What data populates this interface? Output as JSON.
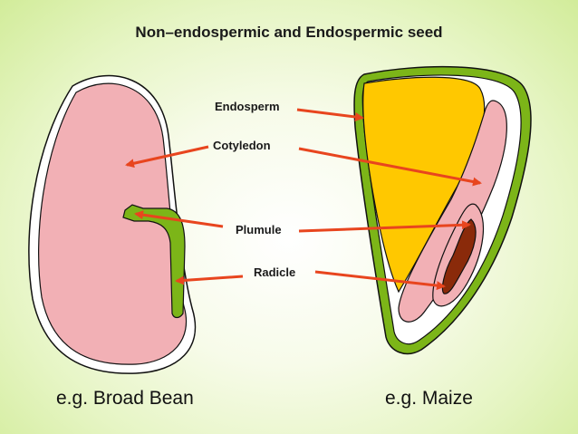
{
  "title": "Non–endospermic and Endospermic seed",
  "labels": {
    "endosperm": "Endosperm",
    "cotyledon": "Cotyledon",
    "plumule": "Plumule",
    "radicle": "Radicle"
  },
  "captions": {
    "broad_bean": "e.g. Broad Bean",
    "maize": "e.g. Maize"
  },
  "colors": {
    "arrow": "#e8451e",
    "cotyledon": "#f2b0b5",
    "endosperm": "#ffc800",
    "embryo_green": "#7cb518",
    "radicle_brown": "#8a2a0a",
    "outline": "#111111"
  }
}
